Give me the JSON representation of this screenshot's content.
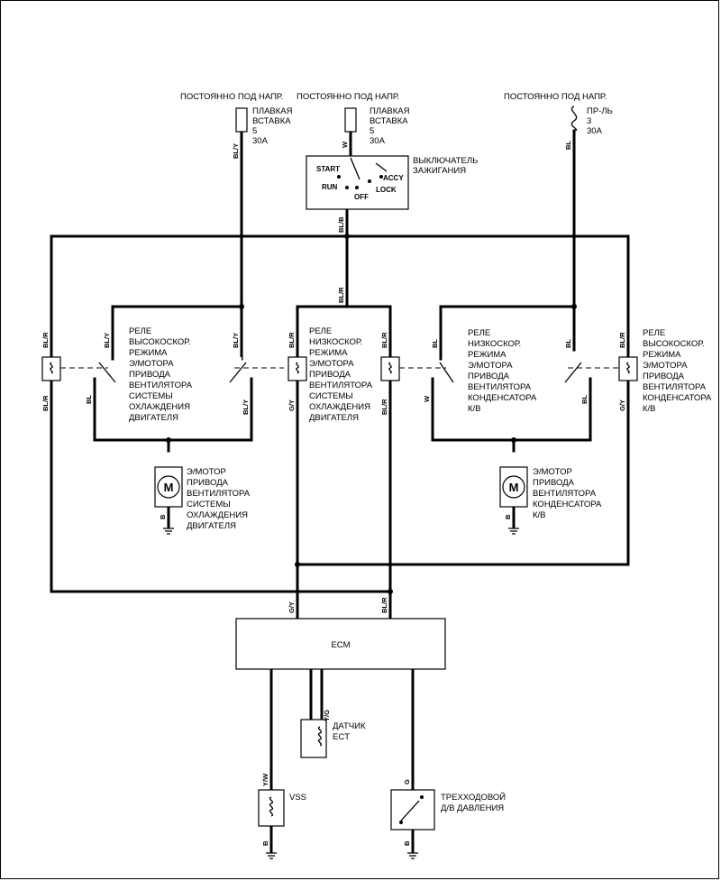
{
  "supplies": {
    "left": "ПОСТОЯННО ПОД НАПР.",
    "center": "ПОСТОЯННО ПОД НАПР.",
    "right": "ПОСТОЯННО ПОД НАПР."
  },
  "fuses": {
    "fuse1": [
      "ПЛАВКАЯ",
      "ВСТАВКА",
      "5",
      "30A"
    ],
    "fuse2": [
      "ПЛАВКАЯ",
      "ВСТАВКА",
      "5",
      "30A"
    ],
    "fuse3": [
      "ПР-ЛЬ",
      "3",
      "30A"
    ]
  },
  "ignition": {
    "label": [
      "ВЫКЛЮЧАТЕЛЬ",
      "ЗАЖИГАНИЯ"
    ],
    "start": "START",
    "run": "RUN",
    "off": "OFF",
    "lock": "LOCK",
    "accy": "ACCY"
  },
  "relays": {
    "relay1": [
      "РЕЛЕ",
      "ВЫСОКОСКОР.",
      "РЕЖИМА",
      "Э/МОТОРА",
      "ПРИВОДА",
      "ВЕНТИЛЯТОРА",
      "СИСТЕМЫ",
      "ОХЛАЖДЕНИЯ",
      "ДВИГАТЕЛЯ"
    ],
    "relay2": [
      "РЕЛЕ",
      "НИЗКОСКОР.",
      "РЕЖИМА",
      "Э/МОТОРА",
      "ПРИВОДА",
      "ВЕНТИЛЯТОРА",
      "СИСТЕМЫ",
      "ОХЛАЖДЕНИЯ",
      "ДВИГАТЕЛЯ"
    ],
    "relay3": [
      "РЕЛЕ",
      "НИЗКОСКОР.",
      "РЕЖИМА",
      "Э/МОТОРА",
      "ПРИВОДА",
      "ВЕНТИЛЯТОРА",
      "КОНДЕНСАТОРА",
      "К/В"
    ],
    "relay4": [
      "РЕЛЕ",
      "ВЫСОКОСКОР.",
      "РЕЖИМА",
      "Э/МОТОРА",
      "ПРИВОДА",
      "ВЕНТИЛЯТОРА",
      "КОНДЕНСАТОРА",
      "К/В"
    ]
  },
  "motors": {
    "motor1": [
      "Э/МОТОР",
      "ПРИВОДА",
      "ВЕНТИЛЯТОРА",
      "СИСТЕМЫ",
      "ОХЛАЖДЕНИЯ",
      "ДВИГАТЕЛЯ"
    ],
    "motor2": [
      "Э/МОТОР",
      "ПРИВОДА",
      "ВЕНТИЛЯТОРА",
      "КОНДЕНСАТОРА",
      "К/В"
    ],
    "symbol": "M"
  },
  "ecm": "ECM",
  "sensors": {
    "ect": [
      "ДАТЧИК",
      "ECT"
    ],
    "vss": "VSS",
    "pressure": [
      "ТРЕХХОДОВОЙ",
      "Д/В ДАВЛЕНИЯ"
    ]
  },
  "wire_codes": {
    "bly": "BL/Y",
    "w": "W",
    "bl": "BL",
    "blb": "BL/B",
    "blr": "BL/R",
    "gy": "G/Y",
    "b": "B",
    "yg": "Y/G",
    "yw": "Y/W",
    "g": "G"
  }
}
